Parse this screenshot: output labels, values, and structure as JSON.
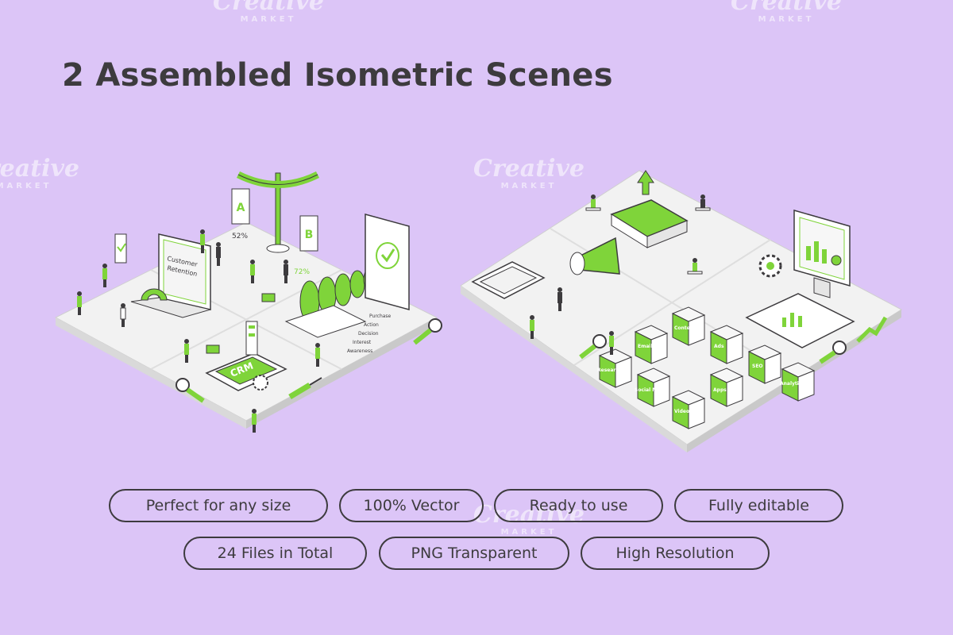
{
  "title": "2 Assembled Isometric Scenes",
  "colors": {
    "background": "#dcc5f7",
    "accent": "#7fd43a",
    "ink": "#3d3b3e",
    "tile": "#f2f2f2"
  },
  "scene_left": {
    "laptop_label_1": "Customer",
    "laptop_label_2": "Retention",
    "sign_a": "A",
    "sign_b": "B",
    "percent_a": "52%",
    "percent_b": "72%",
    "crm_label": "CRM",
    "funnel_stages": [
      "Purchase",
      "Action",
      "Decision",
      "Interest",
      "Awareness"
    ]
  },
  "scene_right": {
    "boxes": [
      "Email",
      "Content",
      "Ads",
      "Social Media",
      "SEO",
      "Video",
      "Apps",
      "Research",
      "Analytics"
    ]
  },
  "features_row_1": [
    "Perfect for any size",
    "100% Vector",
    "Ready to use",
    "Fully editable"
  ],
  "features_row_2": [
    "24 Files in Total",
    "PNG Transparent",
    "High Resolution"
  ],
  "watermark": {
    "brand": "Creative",
    "sub": "MARKET"
  }
}
